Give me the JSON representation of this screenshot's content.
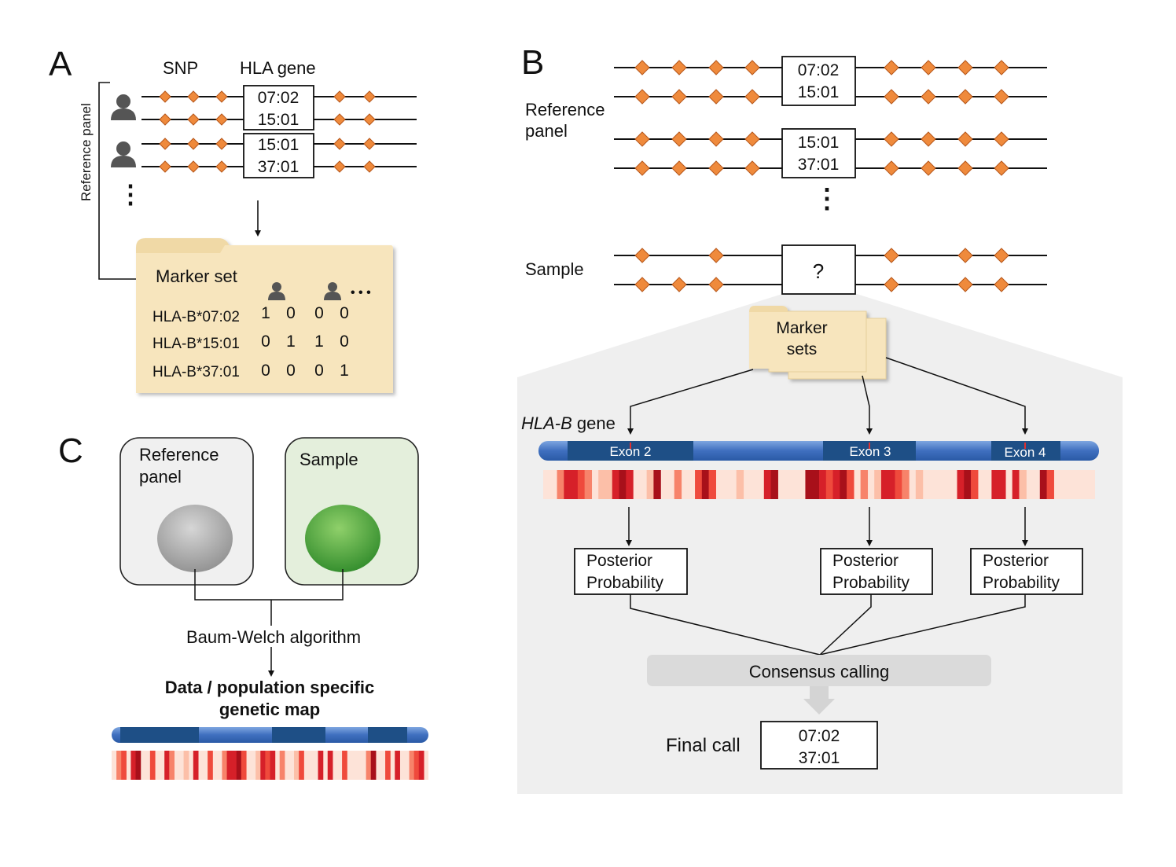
{
  "colors": {
    "snp": "#ef8a3c",
    "snp_stroke": "#b5561a",
    "folder": "#f7e5bd",
    "folder_tab": "#f0d9a6",
    "chromosome": "#4e78c4",
    "chromosome_dark": "#1e4f86",
    "sample_fill": "#e4efdc",
    "reference_fill": "#f0f0f0",
    "consensus_fill": "#dcdcdc",
    "zoom_fill": "#efefef"
  },
  "panel_a": {
    "label": "A",
    "snp_label": "SNP",
    "hla_gene_label": "HLA gene",
    "reference_panel_label": "Reference panel",
    "haplotype_pairs": [
      [
        "07:02",
        "15:01"
      ],
      [
        "15:01",
        "37:01"
      ]
    ],
    "ellipsis": "⋮",
    "person_icon": "person-icon",
    "marker_set": {
      "title": "Marker set",
      "more": "• • •",
      "rows": [
        {
          "allele": "HLA-B*07:02",
          "values": [
            "1",
            "0",
            "0",
            "0"
          ]
        },
        {
          "allele": "HLA-B*15:01",
          "values": [
            "0",
            "1",
            "1",
            "0"
          ]
        },
        {
          "allele": "HLA-B*37:01",
          "values": [
            "0",
            "0",
            "0",
            "1"
          ]
        }
      ]
    }
  },
  "panel_b": {
    "label": "B",
    "reference_panel_label": [
      "Reference",
      "panel"
    ],
    "haplotype_pairs": [
      [
        "07:02",
        "15:01"
      ],
      [
        "15:01",
        "37:01"
      ]
    ],
    "ellipsis": "⋮",
    "sample_label": "Sample",
    "sample_unknown": "?",
    "marker_sets_label": [
      "Marker",
      "sets"
    ],
    "gene_label_italic": "HLA-B",
    "gene_label_rest": " gene",
    "exons": [
      "Exon 2",
      "Exon 3",
      "Exon 4"
    ],
    "posterior_label": [
      "Posterior",
      "Probability"
    ],
    "consensus_label": "Consensus calling",
    "final_call_label": "Final call",
    "final_call": [
      "07:02",
      "37:01"
    ]
  },
  "panel_c": {
    "label": "C",
    "reference_panel_label": [
      "Reference",
      "panel"
    ],
    "sample_label": "Sample",
    "algorithm_label": "Baum-Welch algorithm",
    "result_label": [
      "Data / population specific",
      "genetic map"
    ]
  }
}
